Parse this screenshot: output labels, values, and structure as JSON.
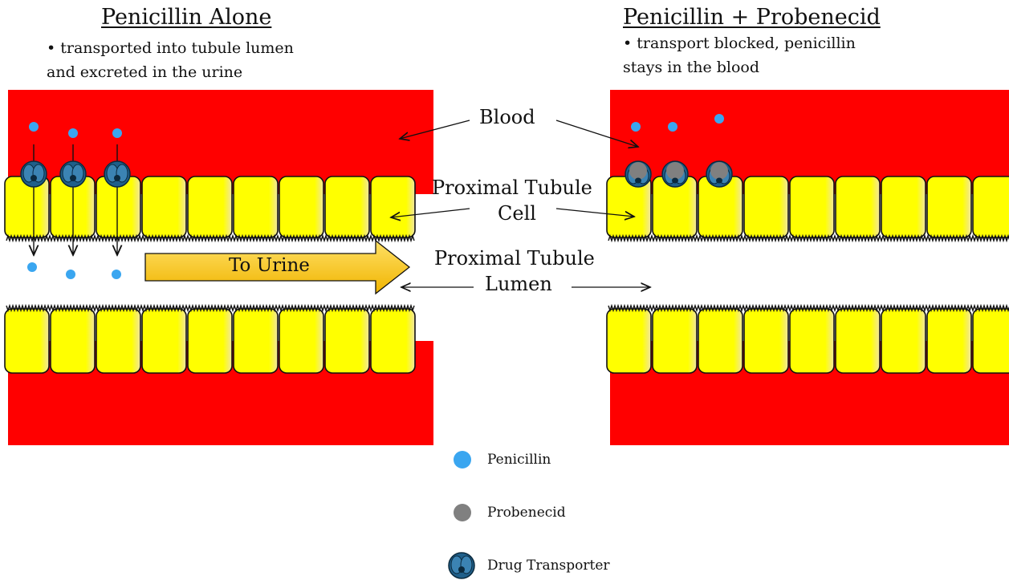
{
  "left_panel": {
    "title": "Penicillin Alone",
    "bullet_line1": "• transported into tubule lumen",
    "bullet_line2": "and excreted in the urine"
  },
  "right_panel": {
    "title": "Penicillin + Probenecid",
    "bullet_line1": "• transport blocked, penicillin",
    "bullet_line2": "stays in the blood"
  },
  "labels": {
    "blood": "Blood",
    "cell_line1": "Proximal Tubule",
    "cell_line2": "Cell",
    "lumen_line1": "Proximal Tubule",
    "lumen_line2": "Lumen",
    "to_urine": "To Urine"
  },
  "legend": {
    "penicillin": "Penicillin",
    "probenecid": "Probenecid",
    "transporter": "Drug Transporter"
  },
  "colors": {
    "blood": "#ff0000",
    "cell": "#ffff00",
    "penicillin": "#3aa6f0",
    "probenecid": "#808080",
    "transporter": "#2e6f9a",
    "arrow": "#f5c518"
  }
}
